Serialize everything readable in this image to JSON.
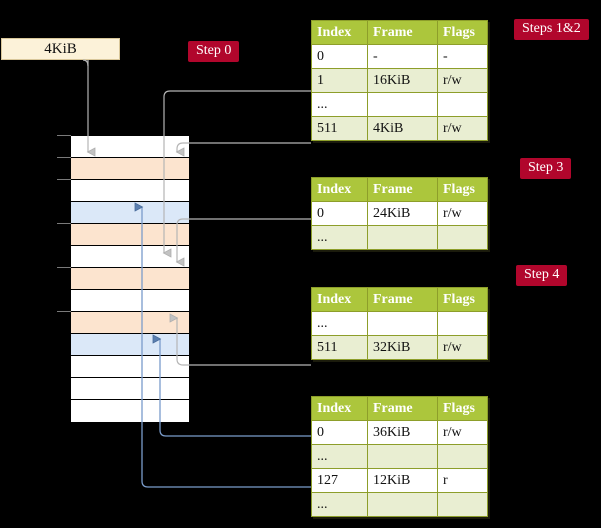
{
  "source": {
    "label": "4KiB"
  },
  "badges": {
    "step0": "Step 0",
    "steps12": "Steps 1&2",
    "step3": "Step 3",
    "step4": "Step 4"
  },
  "memory": {
    "row_count": 13,
    "rows": [
      {
        "color": "#ffffff"
      },
      {
        "color": "#fce4cf"
      },
      {
        "color": "#ffffff"
      },
      {
        "color": "#dbe8f8"
      },
      {
        "color": "#fce4cf"
      },
      {
        "color": "#ffffff"
      },
      {
        "color": "#fce4cf"
      },
      {
        "color": "#ffffff"
      },
      {
        "color": "#fce4cf"
      },
      {
        "color": "#dbe8f8"
      },
      {
        "color": "#ffffff"
      },
      {
        "color": "#ffffff"
      },
      {
        "color": "#ffffff"
      }
    ]
  },
  "tables": [
    {
      "id": "table-steps-1-2",
      "headers": [
        "Index",
        "Frame",
        "Flags"
      ],
      "rows": [
        {
          "cells": [
            "0",
            "-",
            "-"
          ],
          "alt": false,
          "highlight": false
        },
        {
          "cells": [
            "1",
            "16KiB",
            "r/w"
          ],
          "alt": true,
          "highlight": false
        },
        {
          "cells": [
            "...",
            "",
            ""
          ],
          "alt": false,
          "highlight": false
        },
        {
          "cells": [
            "511",
            "4KiB",
            "r/w"
          ],
          "alt": true,
          "highlight": true
        }
      ]
    },
    {
      "id": "table-step-3",
      "headers": [
        "Index",
        "Frame",
        "Flags"
      ],
      "rows": [
        {
          "cells": [
            "0",
            "24KiB",
            "r/w"
          ],
          "alt": false,
          "highlight": false
        },
        {
          "cells": [
            "...",
            "",
            ""
          ],
          "alt": true,
          "highlight": false
        }
      ]
    },
    {
      "id": "table-step-4",
      "headers": [
        "Index",
        "Frame",
        "Flags"
      ],
      "rows": [
        {
          "cells": [
            "...",
            "",
            ""
          ],
          "alt": false,
          "highlight": false
        },
        {
          "cells": [
            "511",
            "32KiB",
            "r/w"
          ],
          "alt": true,
          "highlight": false
        }
      ]
    },
    {
      "id": "table-final",
      "headers": [
        "Index",
        "Frame",
        "Flags"
      ],
      "rows": [
        {
          "cells": [
            "0",
            "36KiB",
            "r/w"
          ],
          "alt": false,
          "highlight": false
        },
        {
          "cells": [
            "...",
            "",
            ""
          ],
          "alt": true,
          "highlight": false
        },
        {
          "cells": [
            "127",
            "12KiB",
            "r"
          ],
          "alt": false,
          "highlight": false
        },
        {
          "cells": [
            "...",
            "",
            ""
          ],
          "alt": true,
          "highlight": false
        }
      ]
    }
  ],
  "colors": {
    "background": "#000000",
    "badge": "#b1062c",
    "table_header": "#acc63c",
    "table_alt_row": "#e9eed2",
    "highlight": "#fbf7a8",
    "source_box": "#fcf2d9",
    "mem_orange": "#fce4cf",
    "mem_blue": "#dbe8f8",
    "wire_gray": "#b0b0b0",
    "wire_blue": "#6a8fc0"
  }
}
